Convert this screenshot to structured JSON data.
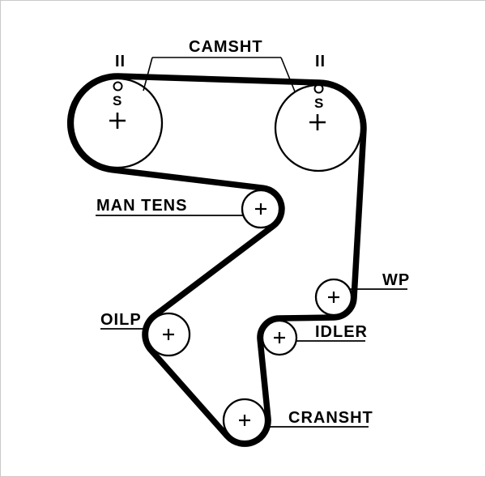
{
  "labels": {
    "camsht": "CAMSHT",
    "man_tens": "MAN TENS",
    "wp": "WP",
    "oilp": "OILP",
    "idler": "IDLER",
    "cransht": "CRANSHT"
  },
  "timing_marks": {
    "cam_left_bars": "II",
    "cam_right_bars": "II",
    "cam_left_s": "S",
    "cam_right_s": "S"
  },
  "colors": {
    "ink": "#000000",
    "belt": "#000000",
    "background": "#ffffff",
    "frame": "#c9c9c9"
  }
}
